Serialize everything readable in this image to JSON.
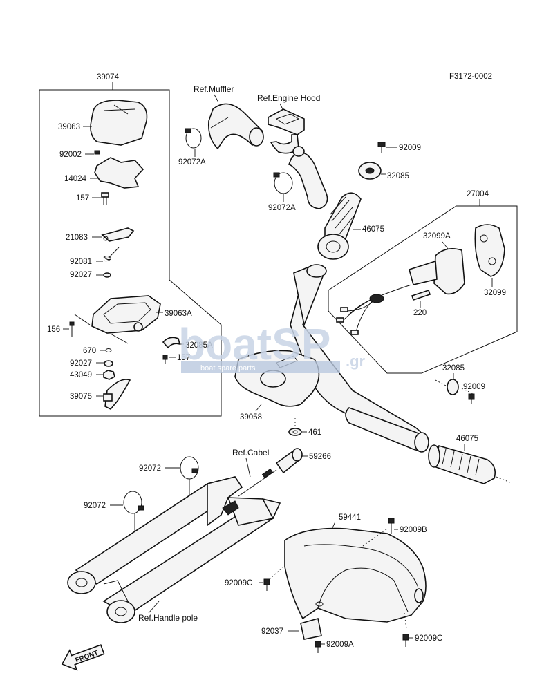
{
  "diagram_code": "F3172-0002",
  "parts": {
    "p39074": "39074",
    "p39063": "39063",
    "p92002": "92002",
    "p14024": "14024",
    "p157a": "157",
    "p21083": "21083",
    "p92081": "92081",
    "p92027a": "92027",
    "p39063A": "39063A",
    "p156": "156",
    "p670": "670",
    "p32085A": "32085A",
    "p157b": "157",
    "p92027b": "92027",
    "p43049": "43049",
    "p39075": "39075",
    "p92072A_a": "92072A",
    "p92072A_b": "92072A",
    "p92009_top": "92009",
    "p32085_top": "32085",
    "p46075_top": "46075",
    "p27004": "27004",
    "p32099A": "32099A",
    "p32099": "32099",
    "p220": "220",
    "p32085_mid": "32085",
    "p92009_mid": "92009",
    "p39058": "39058",
    "p461": "461",
    "p59266": "59266",
    "p46075_bot": "46075",
    "p92072_a": "92072",
    "p92072_b": "92072",
    "p59441": "59441",
    "p92009B": "92009B",
    "p92009C_a": "92009C",
    "p92037": "92037",
    "p92009A": "92009A",
    "p92009C_b": "92009C"
  },
  "refs": {
    "muffler": "Ref.Muffler",
    "engine_hood": "Ref.Engine Hood",
    "cabel": "Ref.Cabel",
    "handle_pole": "Ref.Handle pole"
  },
  "front_label": "FRONT",
  "watermark": {
    "brand": "boatSP",
    "tld": ".gr",
    "tagline": "boat spare parts"
  }
}
